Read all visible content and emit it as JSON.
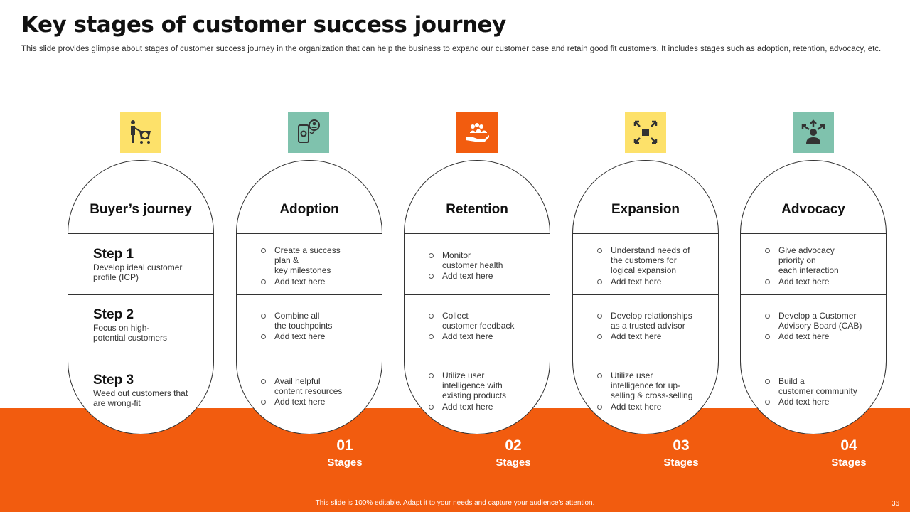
{
  "slide": {
    "title": "Key stages of customer success journey",
    "subtitle": "This slide provides glimpse about stages of customer success journey in the organization that can help the business to expand our customer base and retain good fit customers. It includes stages such as adoption, retention, advocacy, etc.",
    "footer": "This slide is 100% editable.  Adapt it to your needs and capture your audience's attention.",
    "page_number": "36"
  },
  "colors": {
    "orange": "#f25c0f",
    "yellow": "#fde16a",
    "teal": "#7fc2ad"
  },
  "icons": [
    "person-cart-icon",
    "phone-settings-user-icon",
    "hand-team-icon",
    "expand-arrows-icon",
    "person-arrows-icon"
  ],
  "journey": {
    "title": "Buyer’s journey",
    "steps": [
      {
        "title": "Step 1",
        "desc": "Develop ideal customer\nprofile (ICP)"
      },
      {
        "title": "Step 2",
        "desc": "Focus on high-\npotential customers"
      },
      {
        "title": "Step 3",
        "desc": "Weed out customers that\nare wrong-fit"
      }
    ]
  },
  "stages": [
    {
      "title": "Adoption",
      "number": "01",
      "label": "Stages",
      "rows": [
        [
          "Create a success\nplan &\nkey milestones",
          "Add text here"
        ],
        [
          "Combine all\nthe touchpoints",
          "Add text here"
        ],
        [
          "Avail helpful\ncontent resources",
          "Add text here"
        ]
      ]
    },
    {
      "title": "Retention",
      "number": "02",
      "label": "Stages",
      "rows": [
        [
          "Monitor\ncustomer health",
          "Add text here"
        ],
        [
          "Collect\ncustomer feedback",
          "Add text here"
        ],
        [
          "Utilize user\nintelligence with\nexisting products",
          "Add text here"
        ]
      ]
    },
    {
      "title": "Expansion",
      "number": "03",
      "label": "Stages",
      "rows": [
        [
          "Understand needs of\nthe customers for\nlogical expansion",
          "Add text here"
        ],
        [
          "Develop relationships\nas a trusted advisor",
          "Add text here"
        ],
        [
          "Utilize user\nintelligence for up-\nselling & cross-selling",
          "Add text here"
        ]
      ]
    },
    {
      "title": "Advocacy",
      "number": "04",
      "label": "Stages",
      "rows": [
        [
          "Give advocacy\npriority on\neach interaction",
          "Add text here"
        ],
        [
          "Develop a Customer\nAdvisory Board (CAB)",
          "Add text here"
        ],
        [
          "Build a\n customer community",
          "Add text here"
        ]
      ]
    }
  ]
}
